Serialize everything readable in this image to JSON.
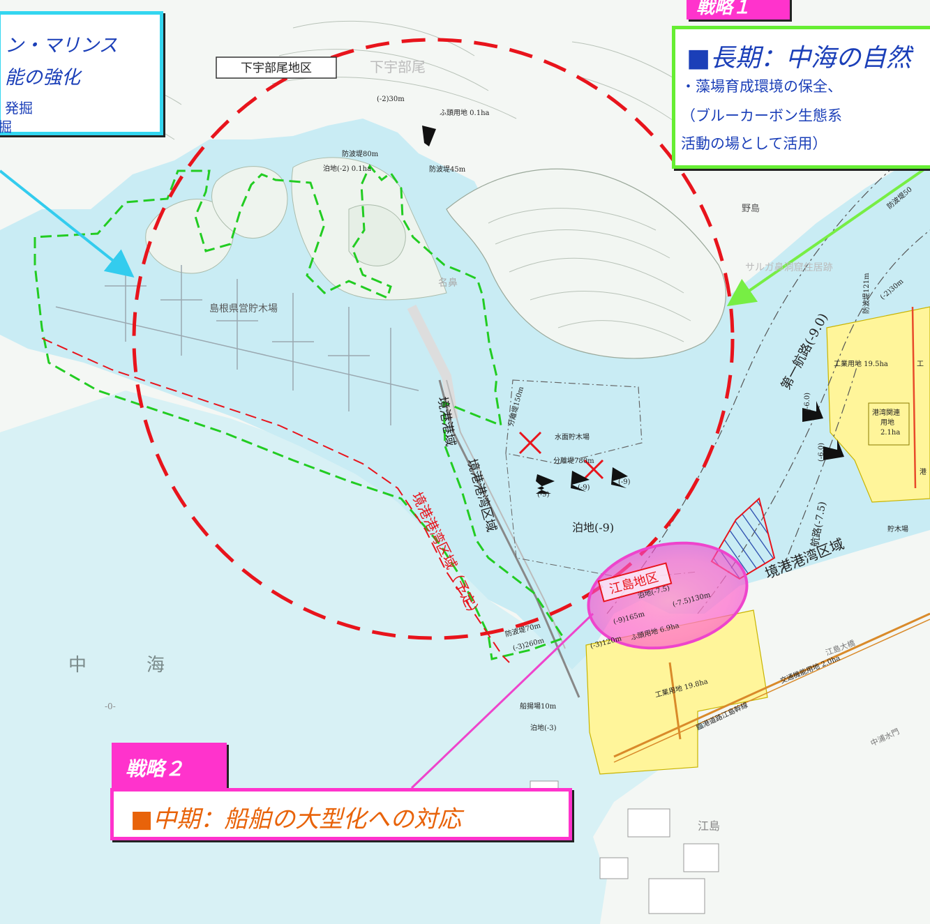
{
  "colors": {
    "water": "#c9ecf4",
    "land": "#f4f7f4",
    "industrial": "#fff59a",
    "strategy_magenta": "#ff33cc",
    "green_border": "#66ee33",
    "cyan_border": "#33d6f0",
    "red_circle": "#e8141c",
    "green_boundary": "#22cc22",
    "arrow_cyan": "#33ccee",
    "arrow_green": "#77ee44",
    "arrow_magenta": "#ee44cc",
    "highlight": "#ff66cc"
  },
  "callout_left": {
    "line1": "ン・マリンス",
    "line2": "能の強化",
    "line3": "発掘",
    "line4": "掘"
  },
  "callout_right": {
    "tag": "戦略１",
    "title": "■長期：中海の自然",
    "line1": "・藻場育成環境の保全、",
    "line2": "（ブルーカーボン生態系",
    "line3": "活動の場として活用）"
  },
  "callout_strategy2": {
    "tag": "戦略２",
    "title": "■中期：船舶の大型化への対応"
  },
  "map_labels": {
    "district_shimoubeo": "下宇部尾地区",
    "place_shimoubeo": "下宇部尾",
    "pier_top": "(-2)30m",
    "wharf_area_top": "ふ頭用地 0.1ha",
    "breakwater_80": "防波堤80m",
    "anchorage_top": "泊地(-2) 0.1ha",
    "breakwater_45": "防波堤45m",
    "nojima": "野島",
    "site_cave": "サルガ鼻洞窟住居跡",
    "fukaura": "名鼻",
    "shimane_yard": "島根県営貯木場",
    "channel_1": "第一航路(-9.0)",
    "channel_2": "航路(-7.5)",
    "breakwater_150": "分離堤150m",
    "timber_pond": "水面貯木場",
    "breakwater_780": "分離堤780m",
    "depth_a": "(-9)",
    "depth_b": "(-9)",
    "depth_c": "(-9)",
    "anchorage_9": "泊地(-9)",
    "port_area_v1": "境港港域",
    "port_area_v2": "境港港湾区域",
    "port_area_planned": "境港港湾区域（予定）",
    "port_area_right": "境港港湾区域",
    "eshima_district": "江島地区",
    "anchorage_75": "泊地(-7.5)",
    "pier_75_130": "(-7.5)130m",
    "pier_9_165": "(-9)165m",
    "pier_3_120": "(-3)120m",
    "wharf_area_59": "ふ頭用地 6.9ha",
    "breakwater_70": "防波堤70m",
    "pier_3_260": "(-3)260m",
    "mooring_10": "船揚場10m",
    "anchorage_3": "泊地(-3)",
    "industrial_198": "工業用地 19.8ha",
    "road": "臨港道路江島幹線",
    "transport_land": "交通機能用地 2.0ha",
    "eshima_bridge": "江島大橋",
    "nakaumi_sluice": "中浦水門",
    "eshima": "江島",
    "nakaumi_1": "中",
    "nakaumi_2": "海",
    "contour_zero": "-0-",
    "industrial_195": "工業用地 19.5ha",
    "industrial_right": "工",
    "port_related_1": "港湾関連",
    "port_related_2": "用地",
    "port_related_3": "2.1ha",
    "timber_yard": "貯木場",
    "depth_60a": "(-6.0)",
    "depth_60b": "(-6.0)",
    "pier_right": "(-2)30m",
    "breakwater_121": "防波堤121m",
    "breakwater_right_top": "防波堤50",
    "kou": "港"
  }
}
